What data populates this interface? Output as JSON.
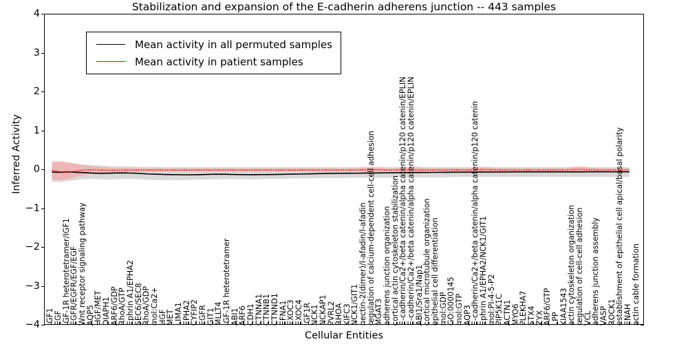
{
  "chart_data": {
    "type": "line",
    "title": "Stabilization and expansion of the E-cadherin adherens junction -- 443 samples",
    "xlabel": "Cellular Entities",
    "ylabel": "Inferred Activity",
    "ylim": [
      -4,
      4
    ],
    "yticks": [
      -4,
      -3,
      -2,
      -1,
      0,
      1,
      2,
      3,
      4
    ],
    "grid": false,
    "legend_position": "upper left",
    "legend": [
      {
        "name": "Mean activity in all permuted samples",
        "color": "#000000",
        "style": "solid"
      },
      {
        "name": "Mean activity in patient samples",
        "color": "#ff0000",
        "style": "dotted"
      }
    ],
    "sample_count": 443,
    "categories": [
      "IGF1",
      "EGF",
      "IGF-1R heterotetramer/IGF1",
      "EGFR/EGFR/EGF/EGF",
      "Wnt receptor signaling pathway",
      "AQP5",
      "HGF/MET",
      "DIAPH1",
      "ARF6/GDP",
      "RhoA/GTP",
      "Ephrin A1/EPHA2",
      "SEC6/SEC8",
      "RhoA/GDP",
      "mol:Ca2+",
      "HGF",
      "MET",
      "LIMA1",
      "EPHA2",
      "CYFIP2",
      "EGFR",
      "GIT1",
      "MLLT4",
      "IGF-1R heterotetramer",
      "ABI1",
      "ARF6",
      "CDH1",
      "CTNNA1",
      "CTNNB1",
      "CTNND1",
      "EFNA1",
      "EXOC3",
      "EXOC4",
      "IGF1R",
      "NCK1",
      "NCKAP1",
      "PVRL2",
      "RHOA",
      "KIFC3",
      "NCK1/GIT1",
      "nectin-2(dimer)/l-afadin/l-afadin",
      "regulation of calcium-dependent cell-cell adhesion",
      "MGAT3",
      "adherens junction organization",
      "cortical actin cytoskeleton stabilization",
      "E-cadherin/Ca2+/beta catenin/alpha catenin/p120 catenin/EPLIN",
      "E-cadherin/Ca2+/beta catenin/alpha catenin/p120 catenin/EPLIN",
      "ABI1/Sra1/Nap1",
      "cortical microtubule organization",
      "epithelial cell differentiation",
      "mol:GDP",
      "GO:0000145",
      "mol:GTP",
      "AQP3",
      "E-cadherin/Ca2+/beta catenin/alpha catenin/p120 catenin",
      "Ephrin A1/EPHA2/NCK1/GIT1",
      "mol:PI-4-5-P2",
      "PIP5K1C",
      "ACTN1",
      "MYO6",
      "PLEKHA7",
      "STX4",
      "ZYX",
      "ARF6/GTP",
      "LPP",
      "KIAA1543",
      "actin cytoskeleton organization",
      "regulation of cell-cell adhesion",
      "VCL",
      "adherens junction assembly",
      "VASP",
      "ROCK1",
      "establishment of epithelial cell apical/basal polarity",
      "ENAH",
      "actin cable formation"
    ],
    "series": [
      {
        "name": "Mean activity in all permuted samples",
        "color": "#000000",
        "values": [
          -0.055,
          -0.062,
          -0.05,
          -0.06,
          -0.068,
          -0.08,
          -0.09,
          -0.086,
          -0.078,
          -0.076,
          -0.082,
          -0.092,
          -0.104,
          -0.11,
          -0.116,
          -0.12,
          -0.124,
          -0.126,
          -0.122,
          -0.118,
          -0.112,
          -0.11,
          -0.114,
          -0.118,
          -0.12,
          -0.122,
          -0.12,
          -0.118,
          -0.116,
          -0.112,
          -0.108,
          -0.104,
          -0.1,
          -0.096,
          -0.092,
          -0.09,
          -0.088,
          -0.086,
          -0.084,
          -0.08,
          -0.078,
          -0.076,
          -0.074,
          -0.072,
          -0.07,
          -0.068,
          -0.066,
          -0.064,
          -0.062,
          -0.06,
          -0.058,
          -0.058,
          -0.056,
          -0.056,
          -0.054,
          -0.054,
          -0.052,
          -0.052,
          -0.05,
          -0.05,
          -0.05,
          -0.05,
          -0.05,
          -0.05,
          -0.05,
          -0.05,
          -0.05,
          -0.048,
          -0.048,
          -0.048,
          -0.048,
          -0.048,
          -0.048
        ],
        "band_lower": [
          -0.3,
          -0.31,
          -0.28,
          -0.26,
          -0.24,
          -0.23,
          -0.24,
          -0.25,
          -0.24,
          -0.23,
          -0.23,
          -0.24,
          -0.25,
          -0.26,
          -0.26,
          -0.26,
          -0.26,
          -0.26,
          -0.25,
          -0.25,
          -0.24,
          -0.24,
          -0.24,
          -0.24,
          -0.24,
          -0.24,
          -0.24,
          -0.23,
          -0.23,
          -0.23,
          -0.22,
          -0.22,
          -0.22,
          -0.21,
          -0.21,
          -0.21,
          -0.21,
          -0.2,
          -0.2,
          -0.2,
          -0.2,
          -0.2,
          -0.2,
          -0.2,
          -0.19,
          -0.19,
          -0.19,
          -0.19,
          -0.19,
          -0.19,
          -0.18,
          -0.18,
          -0.18,
          -0.18,
          -0.18,
          -0.18,
          -0.18,
          -0.18,
          -0.18,
          -0.18,
          -0.18,
          -0.18,
          -0.18,
          -0.18,
          -0.18,
          -0.18,
          -0.18,
          -0.18,
          -0.18,
          -0.18,
          -0.18,
          -0.18,
          -0.18
        ],
        "band_upper": [
          0.19,
          0.2,
          0.18,
          0.16,
          0.14,
          0.12,
          0.11,
          0.1,
          0.09,
          0.09,
          0.09,
          0.08,
          0.08,
          0.08,
          0.07,
          0.07,
          0.07,
          0.07,
          0.07,
          0.07,
          0.07,
          0.07,
          0.07,
          0.07,
          0.07,
          0.07,
          0.07,
          0.07,
          0.07,
          0.07,
          0.07,
          0.07,
          0.07,
          0.07,
          0.07,
          0.07,
          0.07,
          0.07,
          0.07,
          0.08,
          0.08,
          0.08,
          0.07,
          0.07,
          0.08,
          0.09,
          0.08,
          0.07,
          0.07,
          0.07,
          0.07,
          0.07,
          0.07,
          0.08,
          0.08,
          0.07,
          0.07,
          0.07,
          0.07,
          0.07,
          0.07,
          0.07,
          0.07,
          0.07,
          0.07,
          0.08,
          0.08,
          0.07,
          0.07,
          0.07,
          0.07,
          0.07,
          0.07
        ]
      },
      {
        "name": "Mean activity in patient samples",
        "color": "#ff0000",
        "values": [
          -0.01,
          -0.045,
          -0.06,
          -0.03,
          0.0,
          0.005,
          -0.005,
          -0.01,
          -0.008,
          -0.005,
          -0.004,
          -0.004,
          -0.004,
          -0.004,
          -0.004,
          -0.004,
          -0.004,
          -0.004,
          -0.004,
          -0.004,
          -0.004,
          -0.004,
          -0.004,
          -0.004,
          -0.004,
          -0.004,
          -0.004,
          -0.004,
          -0.004,
          -0.004,
          -0.004,
          -0.004,
          -0.004,
          -0.004,
          -0.004,
          -0.004,
          -0.004,
          -0.004,
          -0.004,
          0.004,
          0.006,
          0.002,
          -0.002,
          -0.002,
          0.0,
          0.002,
          0.0,
          -0.002,
          -0.002,
          -0.002,
          -0.002,
          -0.002,
          -0.002,
          0.006,
          0.01,
          0.002,
          -0.002,
          -0.002,
          -0.002,
          -0.002,
          -0.002,
          -0.002,
          -0.002,
          -0.002,
          -0.002,
          0.008,
          0.01,
          0.004,
          0.0,
          0.0,
          0.0,
          0.0,
          0.0
        ],
        "band_lower": [
          -0.25,
          -0.26,
          -0.23,
          -0.18,
          -0.13,
          -0.1,
          -0.09,
          -0.09,
          -0.07,
          -0.06,
          -0.05,
          -0.05,
          -0.05,
          -0.05,
          -0.04,
          -0.04,
          -0.04,
          -0.04,
          -0.04,
          -0.04,
          -0.04,
          -0.04,
          -0.04,
          -0.04,
          -0.04,
          -0.04,
          -0.04,
          -0.04,
          -0.04,
          -0.04,
          -0.04,
          -0.04,
          -0.04,
          -0.04,
          -0.04,
          -0.04,
          -0.04,
          -0.04,
          -0.04,
          -0.05,
          -0.05,
          -0.04,
          -0.04,
          -0.04,
          -0.05,
          -0.06,
          -0.05,
          -0.04,
          -0.04,
          -0.04,
          -0.04,
          -0.04,
          -0.04,
          -0.05,
          -0.06,
          -0.05,
          -0.04,
          -0.04,
          -0.04,
          -0.04,
          -0.04,
          -0.04,
          -0.04,
          -0.04,
          -0.04,
          -0.06,
          -0.07,
          -0.05,
          -0.04,
          -0.04,
          -0.04,
          -0.04,
          -0.04
        ],
        "band_upper": [
          0.22,
          0.23,
          0.2,
          0.16,
          0.12,
          0.09,
          0.07,
          0.06,
          0.05,
          0.05,
          0.04,
          0.04,
          0.04,
          0.04,
          0.04,
          0.04,
          0.04,
          0.04,
          0.04,
          0.04,
          0.04,
          0.04,
          0.04,
          0.04,
          0.04,
          0.04,
          0.04,
          0.04,
          0.04,
          0.04,
          0.04,
          0.04,
          0.04,
          0.04,
          0.04,
          0.04,
          0.04,
          0.04,
          0.04,
          0.06,
          0.07,
          0.05,
          0.04,
          0.04,
          0.05,
          0.07,
          0.05,
          0.04,
          0.04,
          0.04,
          0.04,
          0.04,
          0.04,
          0.06,
          0.08,
          0.05,
          0.04,
          0.04,
          0.04,
          0.04,
          0.04,
          0.04,
          0.04,
          0.04,
          0.04,
          0.07,
          0.09,
          0.06,
          0.04,
          0.04,
          0.04,
          0.04,
          0.04
        ]
      }
    ]
  },
  "colors": {
    "permuted_line": "#000000",
    "patient_line": "#ff0000",
    "permuted_band": "#cccccc",
    "patient_band": "#ff9999",
    "frame": "#000000",
    "background": "#ffffff"
  }
}
